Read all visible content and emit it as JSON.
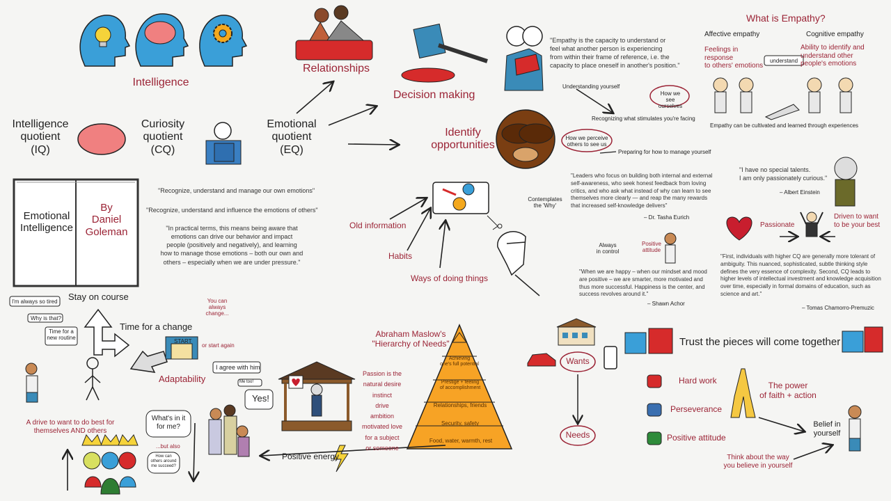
{
  "top_left": {
    "intelligence": "Intelligence",
    "iq": "Intelligence\nquotient\n(IQ)",
    "cq": "Curiosity\nquotient\n(CQ)",
    "eq": "Emotional\nquotient\n(EQ)"
  },
  "book": {
    "title": "Emotional\nIntelligence",
    "author": "By\nDaniel\nGoleman"
  },
  "goleman_quotes": {
    "q1": "\"Recognize, understand and manage our own emotions\"",
    "q2": "\"Recognize, understand and influence the emotions of others\"",
    "q3": "\"In practical terms, this means being aware that\nemotions can drive our behavior and impact\npeople (positively and negatively), and learning\nhow to manage those emotions – both our own and\nothers – especially when we are under pressure.\""
  },
  "eq_branches": {
    "relationships": "Relationships",
    "decision": "Decision making",
    "identify": "Identify\nopportunities"
  },
  "empathy_quote": "\"Empathy is the capacity to understand or\nfeel what another person is experiencing\nfrom within their frame of reference, i.e. the\ncapacity to place oneself in another's position.\"",
  "self_awareness": {
    "understanding": "Understanding yourself",
    "how_we_see": "How we\nsee ourselves",
    "recognizing": "Recognizing what stimulates you're facing",
    "how_perceive": "How we perceive\nothers to see us",
    "preparing": "Preparing for how to manage yourself"
  },
  "empathy_panel": {
    "title": "What is Empathy?",
    "affective": "Affective empathy",
    "cognitive": "Cognitive empathy",
    "feelings": "Feelings in response\nto others' emotions",
    "ability": "Ability to identify and\nunderstand other\npeople's emotions",
    "understand": "understand",
    "caption": "Empathy can be cultivated and learned through experiences"
  },
  "eurich_quote": {
    "text": "\"Leaders who focus on building both internal and external\nself-awareness, who seek honest feedback from loving\ncritics, and who ask what instead of why can learn to see\nthemselves more clearly — and reap the many rewards\nthat increased self-knowledge delivers\"",
    "author": "– Dr. Tasha Eurich"
  },
  "einstein": {
    "quote": "\"I have no special talents.\nI am only passionately curious.\"",
    "author": "– Albert Einstein"
  },
  "passion": {
    "passionate": "Passionate",
    "driven": "Driven to want\nto be your best"
  },
  "chamorro": {
    "text": "\"First, individuals with higher CQ are generally more tolerant of\nambiguity. This nuanced, sophisticated, subtle thinking style\ndefines the very essence of complexity. Second, CQ leads to\nhigher levels of intellectual investment and knowledge acquisition\nover time, especially in formal domains of education, such as\nscience and art.\"",
    "author": "– Tomas Chamorro-Premuzic"
  },
  "mind": {
    "contemplates": "Contemplates\nthe 'Why'",
    "old_info": "Old information",
    "habits": "Habits",
    "ways": "Ways of doing things"
  },
  "control": {
    "always": "Always\nin control",
    "positive": "Positive\nattitude"
  },
  "achor": {
    "text": "\"When we are happy – when our mindset and mood\nare positive – we are smarter, more motivated and\nthus more successful. Happiness is the center, and\nsuccess revolves around it.\"",
    "author": "– Shawn Achor"
  },
  "adaptability": {
    "tired": "I'm always so tired",
    "why": "Why is that?",
    "routine": "Time for a\nnew routine",
    "stay": "Stay on course",
    "change": "Time for a change",
    "you_can": "You can\nalways\nchange...",
    "start": "or start again",
    "start_sign": "START",
    "adaptability": "Adaptability",
    "drive": "A drive to want to do best for\nthemselves AND others"
  },
  "gazebo": {
    "agree": "I agree with him",
    "me_too": "Me too!",
    "yes": "Yes!",
    "whats_in": "What's in it\nfor me?",
    "but_also": "...but also",
    "how_can": "How can\nothers around\nme succeed?",
    "positive_energy": "Positive energy"
  },
  "maslow": {
    "title": "Abraham Maslow's\n\"Hierarchy of Needs\"",
    "levels": [
      "Achieving\none's full potential",
      "Prestige + feeling\nof accomplishment",
      "Relationships, friends",
      "Security, safety",
      "Food, water, warmth, rest"
    ],
    "side": "Passion is the\nnatural desire\ninstinct\ndrive\nambition\nmotivated love\nfor a subject\nor someone"
  },
  "wants_needs": {
    "wants": "Wants",
    "needs": "Needs"
  },
  "bottom_right": {
    "trust": "Trust the pieces will come together",
    "hard_work": "Hard work",
    "perseverance": "Perseverance",
    "positive": "Positive attitude",
    "faith": "The power\nof faith + action",
    "belief": "Belief in\nyourself",
    "think": "Think about the way\nyou believe in yourself"
  },
  "colors": {
    "red_text": "#9b2335",
    "head_blue": "#3a9fd8",
    "brain_pink": "#f08080",
    "gear_orange": "#f4a81d",
    "pyramid": "#f7a325"
  },
  "icons": [
    "lightbulb-head-icon",
    "brain-head-icon",
    "gear-head-icon",
    "brain-icon",
    "reader-icon",
    "couch-icon",
    "gavel-icon",
    "hugging-people-icon",
    "monkey-icon",
    "gears-icon",
    "heart-icon",
    "puzzle-icon",
    "house-icon",
    "car-icon",
    "phone-icon",
    "fist-icon",
    "praying-hands-icon",
    "lightning-icon",
    "gazebo-icon"
  ]
}
